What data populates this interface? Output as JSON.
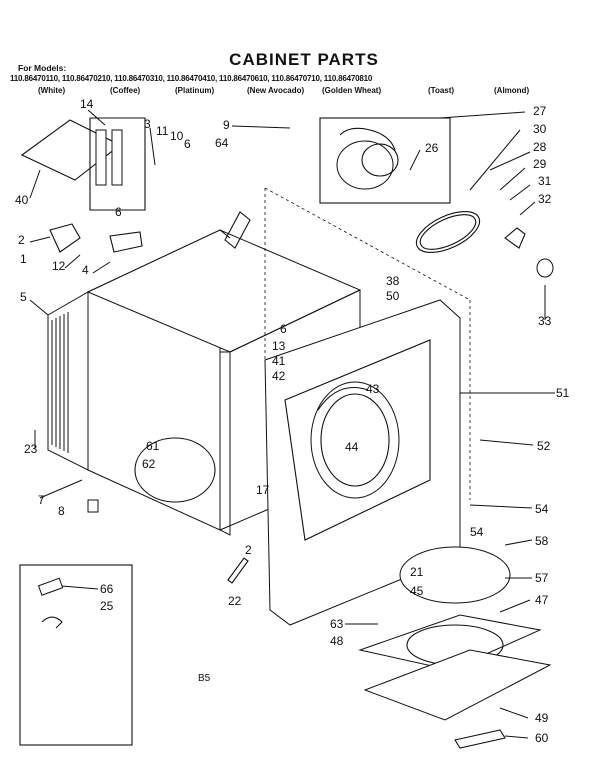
{
  "title": "CABINET PARTS",
  "for_models": "For Models:",
  "models_line": "110.86470110, 110.86470210, 110.86470310, 110.86470410, 110.86470610, 110.86470710, 110.86470810",
  "colors": [
    "(White)",
    "(Coffee)",
    "(Platinum)",
    "(New Avocado)",
    "(Golden Wheat)",
    "(Toast)",
    "(Almond)"
  ],
  "labels": {
    "l14": "14",
    "l3": "3",
    "l11": "11",
    "l10": "10",
    "l6a": "6",
    "l9": "9",
    "l64": "64",
    "l27": "27",
    "l30": "30",
    "l26": "26",
    "l28": "28",
    "l29": "29",
    "l31": "31",
    "l32": "32",
    "l40": "40",
    "l6b": "6",
    "l2a": "2",
    "l1": "1",
    "l12": "12",
    "l4": "4",
    "l5": "5",
    "l38": "38",
    "l50": "50",
    "l33": "33",
    "l6c": "6",
    "l13": "13",
    "l41": "41",
    "l42": "42",
    "l43": "43",
    "l51": "51",
    "l44": "44",
    "l52": "52",
    "l23": "23",
    "l61": "61",
    "l62": "62",
    "l7": "7",
    "l17": "17",
    "l8": "8",
    "l54a": "54",
    "l54b": "54",
    "l58": "58",
    "l21": "21",
    "l57": "57",
    "l45": "45",
    "l2b": "2",
    "l22": "22",
    "l47": "47",
    "l66": "66",
    "l25": "25",
    "l63": "63",
    "l48": "48",
    "l49": "49",
    "l60": "60"
  },
  "ref_code": "B5"
}
